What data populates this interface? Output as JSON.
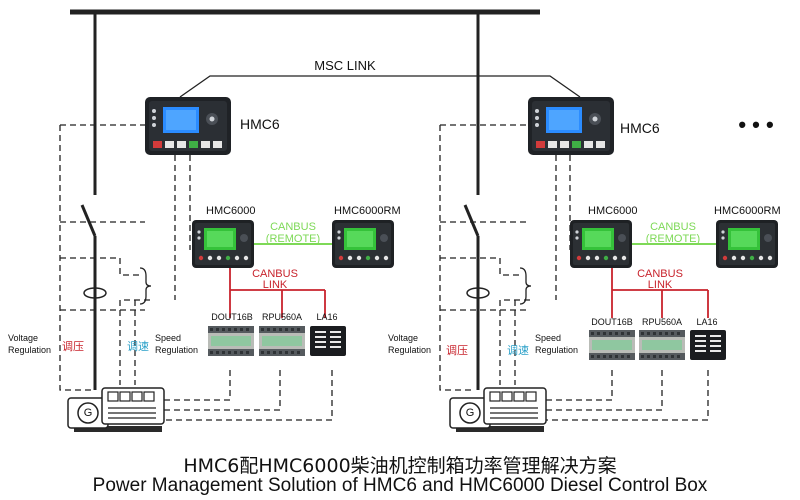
{
  "links": {
    "msc_link": "MSC LINK"
  },
  "more_indicator": "• • •",
  "units": [
    {
      "controller": "HMC6",
      "main_module": "HMC6000",
      "remote_module": "HMC6000RM",
      "canbus_remote": [
        "CANBUS",
        "(REMOTE)"
      ],
      "canbus_link": [
        "CANBUS",
        "LINK"
      ],
      "modules": [
        "DOUT16B",
        "RPU560A",
        "LA16"
      ],
      "voltage_regulation": [
        "Voltage",
        "Regulation"
      ],
      "voltage_regulation_cn": "调压",
      "speed_regulation": [
        "Speed",
        "Regulation"
      ],
      "speed_regulation_cn": "调速",
      "generator_symbol": "G"
    },
    {
      "controller": "HMC6",
      "main_module": "HMC6000",
      "remote_module": "HMC6000RM",
      "canbus_remote": [
        "CANBUS",
        "(REMOTE)"
      ],
      "canbus_link": [
        "CANBUS",
        "LINK"
      ],
      "modules": [
        "DOUT16B",
        "RPU560A",
        "LA16"
      ],
      "voltage_regulation": [
        "Voltage",
        "Regulation"
      ],
      "voltage_regulation_cn": "调压",
      "speed_regulation": [
        "Speed",
        "Regulation"
      ],
      "speed_regulation_cn": "调速",
      "generator_symbol": "G"
    }
  ],
  "caption": {
    "chinese": "HMC6配HMC6000柴油机控制箱功率管理解决方案",
    "english": "Power Management Solution of HMC6 and HMC6000 Diesel  Control Box"
  },
  "colors": {
    "canbus_remote": "#7ed957",
    "canbus_link": "#c8232c",
    "cn_voltage": "#c8232c",
    "cn_speed": "#2aa0c8",
    "screen_blue": "#2b8cff",
    "screen_green": "#35c23a"
  }
}
